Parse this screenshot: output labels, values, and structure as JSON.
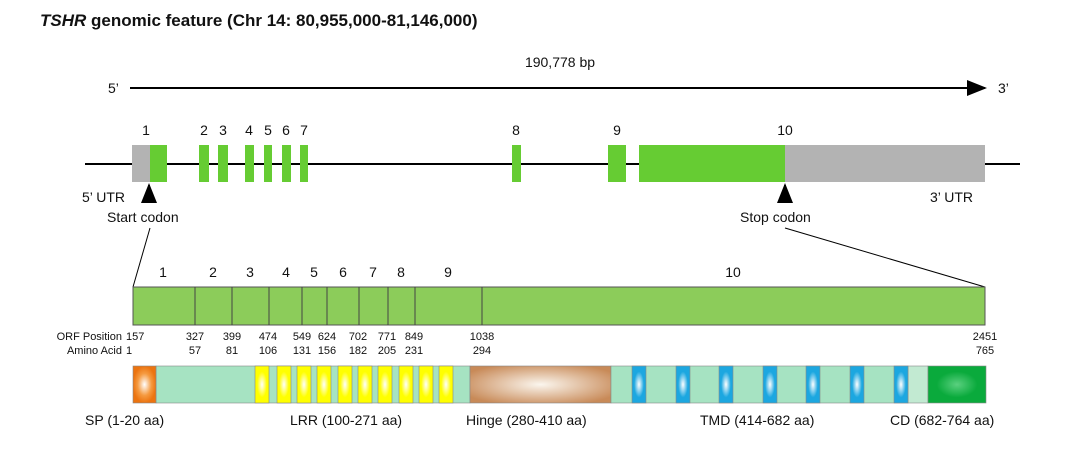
{
  "title": {
    "gene": "TSHR",
    "rest": " genomic feature (Chr 14: 80,955,000-81,146,000)"
  },
  "length_label": "190,778 bp",
  "five_prime": "5’",
  "three_prime": "3’",
  "exon_labels": [
    "1",
    "2",
    "3",
    "4",
    "5",
    "6",
    "7",
    "8",
    "9",
    "10"
  ],
  "utr5_label": "5’ UTR",
  "utr3_label": "3’ UTR",
  "start_codon": "Start codon",
  "stop_codon": "Stop codon",
  "orf_exon_labels": [
    "1",
    "2",
    "3",
    "4",
    "5",
    "6",
    "7",
    "8",
    "9",
    "10"
  ],
  "orf_row_label": "ORF Position",
  "aa_row_label": "Amino Acid",
  "orf_positions": [
    "157",
    "327",
    "399",
    "474",
    "549",
    "624",
    "702",
    "771",
    "849",
    "1038",
    "2451"
  ],
  "amino_acids": [
    "1",
    "57",
    "81",
    "106",
    "131",
    "156",
    "182",
    "205",
    "231",
    "294",
    "765"
  ],
  "domains": {
    "sp": "SP (1-20 aa)",
    "lrr": "LRR (100-271 aa)",
    "hinge": "Hinge (280-410 aa)",
    "tmd": "TMD (414-682 aa)",
    "cd": "CD (682-764 aa)"
  },
  "colors": {
    "exon": "#66cc33",
    "utr": "#b3b3b3",
    "orf": "#8ccc5a",
    "lrr": "#ffff00",
    "tm": "#1ca7e0",
    "linker": "#a6e3c2",
    "hinge": "#c8895a",
    "sp": "#f07c10",
    "cd": "#0aaa3c"
  }
}
